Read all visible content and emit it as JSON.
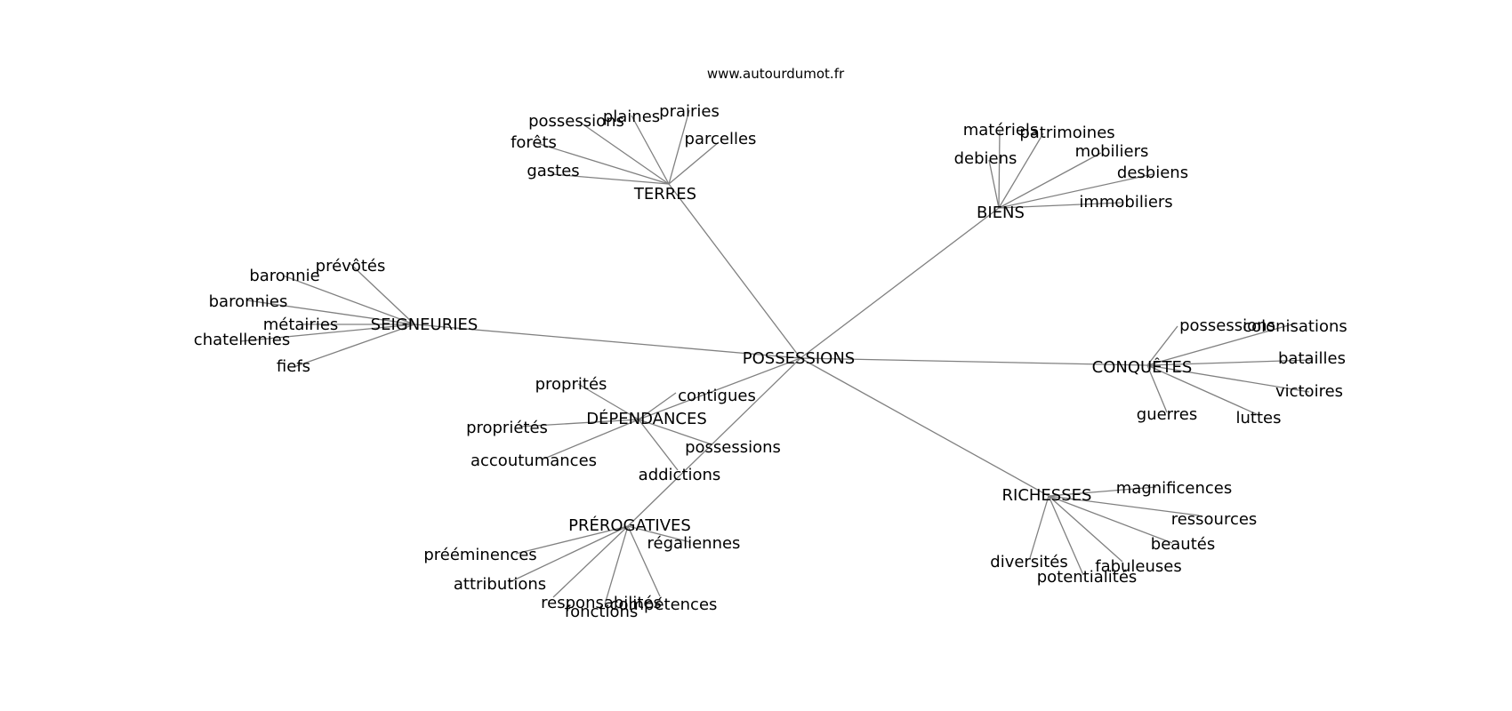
{
  "source": "www.autourdumot.fr",
  "center": "POSSESSIONS",
  "clusters": [
    {
      "label": "TERRES",
      "leaves": [
        "possessions",
        "plaines",
        "prairies",
        "forêts",
        "parcelles",
        "gastes"
      ]
    },
    {
      "label": "BIENS",
      "leaves": [
        "matériels",
        "patrimoines",
        "debiens",
        "mobiliers",
        "desbiens",
        "immobiliers"
      ]
    },
    {
      "label": "SEIGNEURIES",
      "leaves": [
        "prévôtés",
        "baronnie",
        "baronnies",
        "métairies",
        "chatellenies",
        "fiefs"
      ]
    },
    {
      "label": "CONQUÊTES",
      "leaves": [
        "possessions",
        "colonisations",
        "batailles",
        "victoires",
        "guerres",
        "luttes"
      ]
    },
    {
      "label": "DÉPENDANCES",
      "leaves": [
        "proprités",
        "contigues",
        "propriétés",
        "accoutumances",
        "possessions",
        "addictions"
      ]
    },
    {
      "label": "RICHESSES",
      "leaves": [
        "magnificences",
        "ressources",
        "beautés",
        "diversités",
        "fabuleuses",
        "potentialités"
      ]
    },
    {
      "label": "PRÉROGATIVES",
      "leaves": [
        "régaliennes",
        "prééminences",
        "attributions",
        "responsabilités",
        "compétences",
        "fonctions"
      ]
    }
  ]
}
